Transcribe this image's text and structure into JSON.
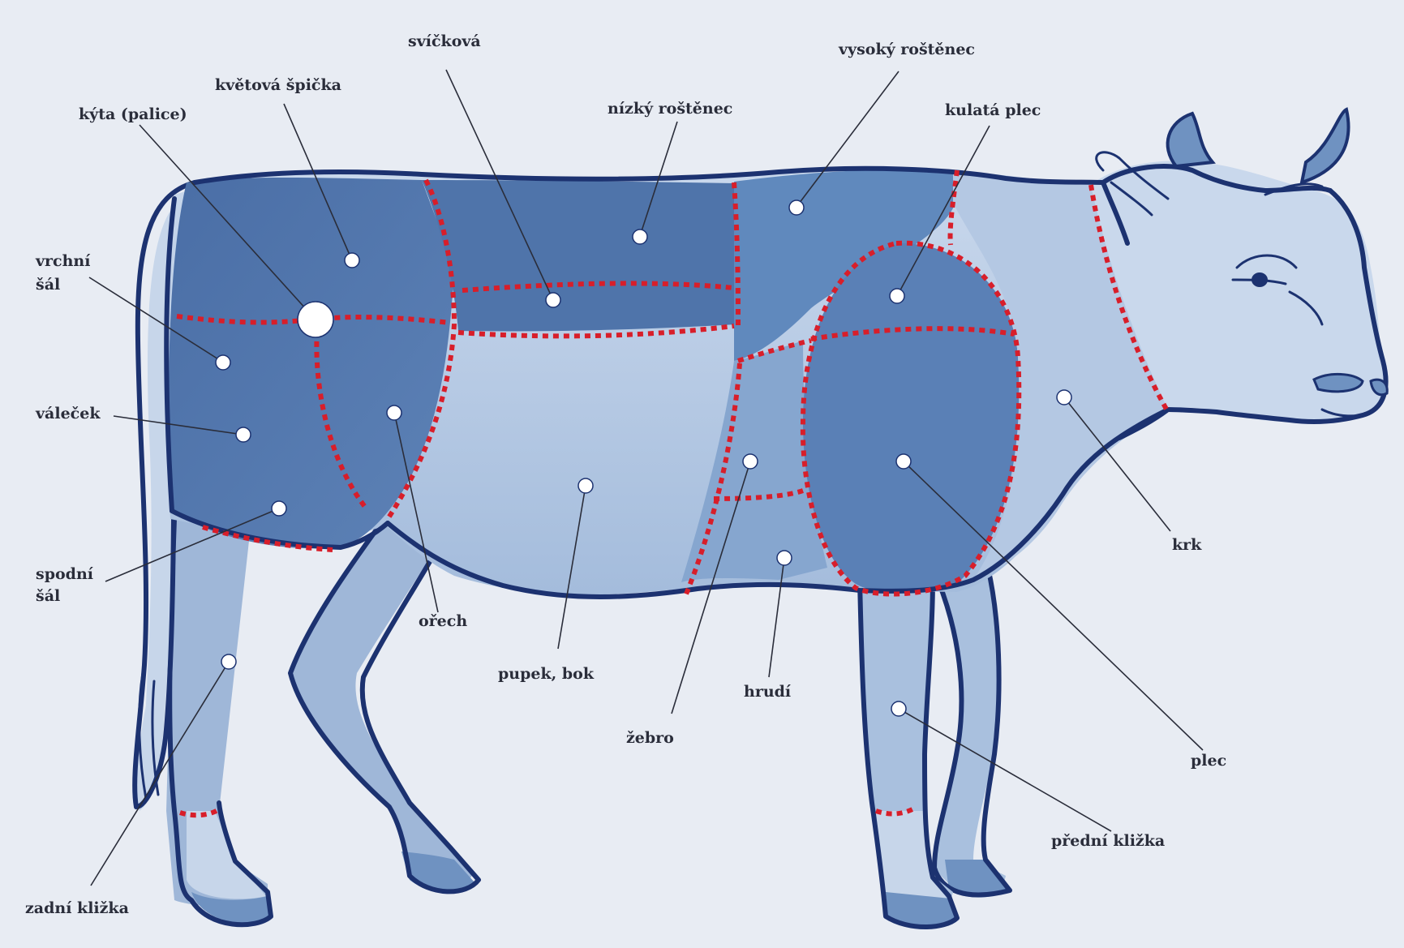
{
  "colors": {
    "background": "#e8ecf3",
    "outline": "#1c3270",
    "cut_line": "#d81e2a",
    "dark_region": "#4f74aa",
    "medium_region": "#6e93c0",
    "light_region": "#a9c0de",
    "lightest_region": "#c4d4ea"
  },
  "labels": {
    "kyta": "kýta (palice)",
    "kvetova": "květová špička",
    "svickova": "svíčková",
    "nizky": "nízký roštěnec",
    "vysoky": "vysoký roštěnec",
    "kulata": "kulatá plec",
    "vrchni_1": "vrchní",
    "vrchni_2": "šál",
    "valecek": "váleček",
    "spodni_1": "spodní",
    "spodni_2": "šál",
    "orech": "ořech",
    "pupek": "pupek, bok",
    "zebro": "žebro",
    "hrudi": "hrudí",
    "krk": "krk",
    "plec": "plec",
    "predni": "přední kližka",
    "zadni": "zadní kližka"
  }
}
